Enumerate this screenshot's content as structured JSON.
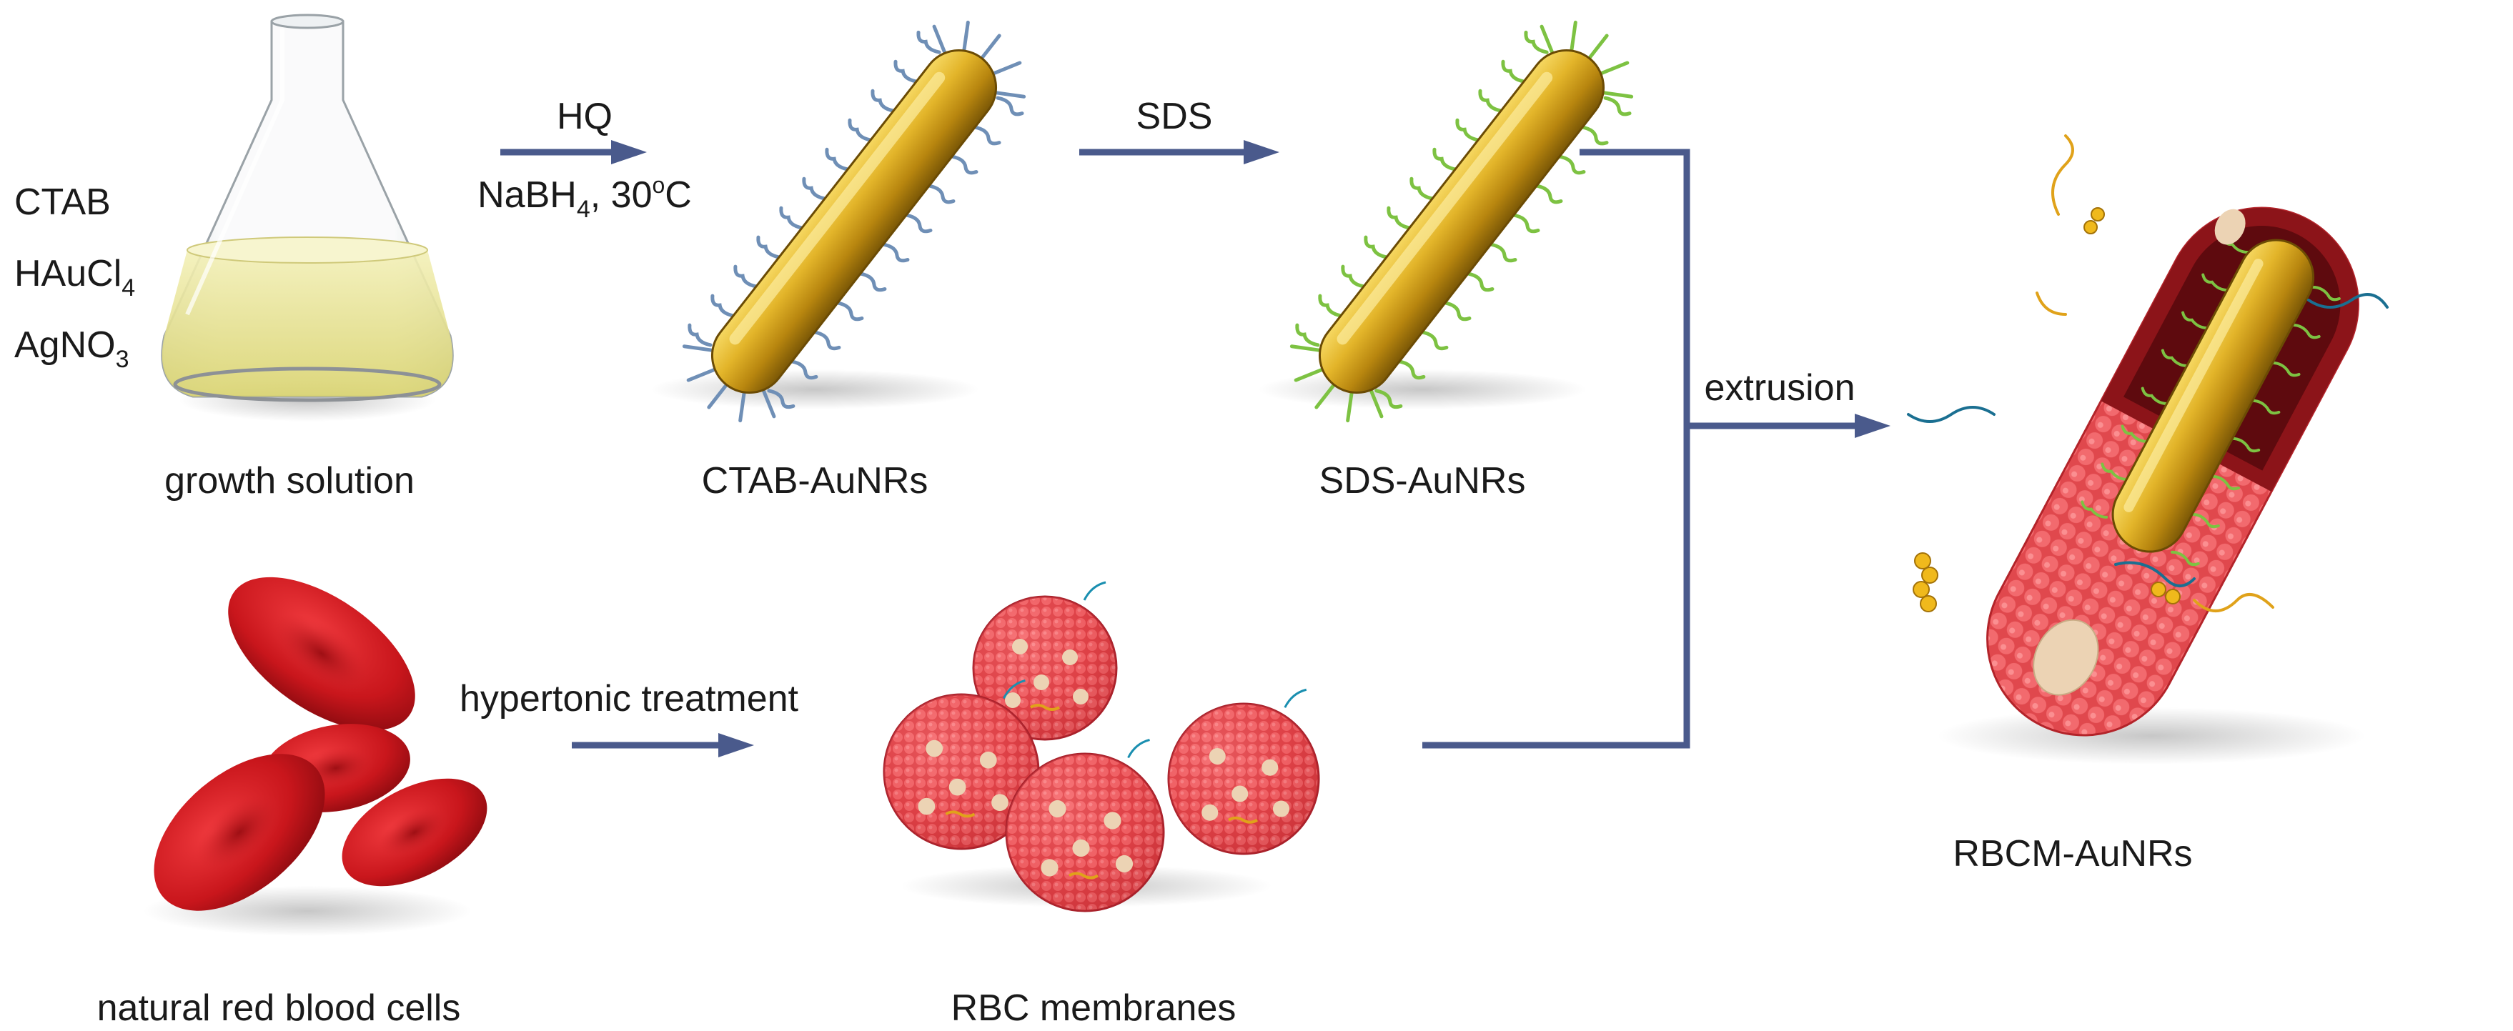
{
  "reagents": {
    "line1": "CTAB",
    "line2_main": "HAuCl",
    "line2_sub": "4",
    "line3_main": "AgNO",
    "line3_sub": "3"
  },
  "step1": {
    "top": "HQ",
    "bottom_a": "NaBH",
    "bottom_sub": "4",
    "bottom_b": ", 30",
    "bottom_sup": "o",
    "bottom_c": "C"
  },
  "step2": {
    "label": "SDS"
  },
  "step3": {
    "label": "hypertonic treatment"
  },
  "step4": {
    "label": "extrusion"
  },
  "captions": {
    "flask": "growth solution",
    "ctab_rod": "CTAB-AuNRs",
    "sds_rod": "SDS-AuNRs",
    "rbc": "natural red blood cells",
    "membranes": "RBC membranes",
    "product": "RBCM-AuNRs"
  },
  "colors": {
    "arrow": "#4a5a8c",
    "gold": "#d4a61c",
    "ctab_ligand": "#6f8fb6",
    "sds_ligand": "#7dc242",
    "rbc": "#cf1d22",
    "membrane": "#e8565a",
    "membrane_patch": "#ecd3b4",
    "text": "#1a1a1a"
  }
}
